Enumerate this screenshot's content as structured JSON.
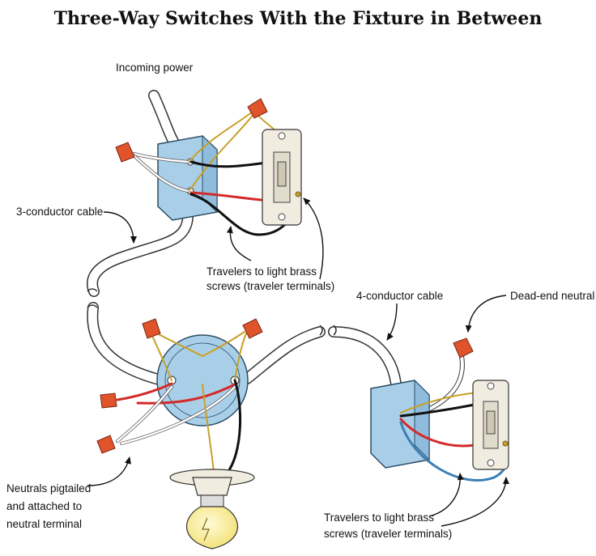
{
  "title": "Three-Way Switches With the Fixture in Between",
  "labels": {
    "incoming_power": "Incoming power",
    "three_conductor_cable": "3-conductor cable",
    "travelers_top_1": "Travelers to light brass",
    "travelers_top_2": "screws (traveler terminals)",
    "four_conductor_cable": "4-conductor cable",
    "dead_end_neutral": "Dead-end neutral",
    "neutrals_1": "Neutrals pigtailed",
    "neutrals_2": "and attached to",
    "neutrals_3": "neutral terminal",
    "travelers_bottom_1": "Travelers to light brass",
    "travelers_bottom_2": "screws (traveler terminals)"
  },
  "colors": {
    "box_blue": "#a9cfe8",
    "wire_black": "#111111",
    "wire_red": "#d42a2a",
    "wire_bare": "#c8a028",
    "wire_blue": "#3b7fb5",
    "wire_nut": "#e0542c",
    "switch_body": "#f1ece0",
    "bulb": "#fff4a8"
  },
  "icons": [
    "switch-box",
    "three-way-switch",
    "ceiling-box",
    "light-bulb",
    "wire-nut"
  ]
}
